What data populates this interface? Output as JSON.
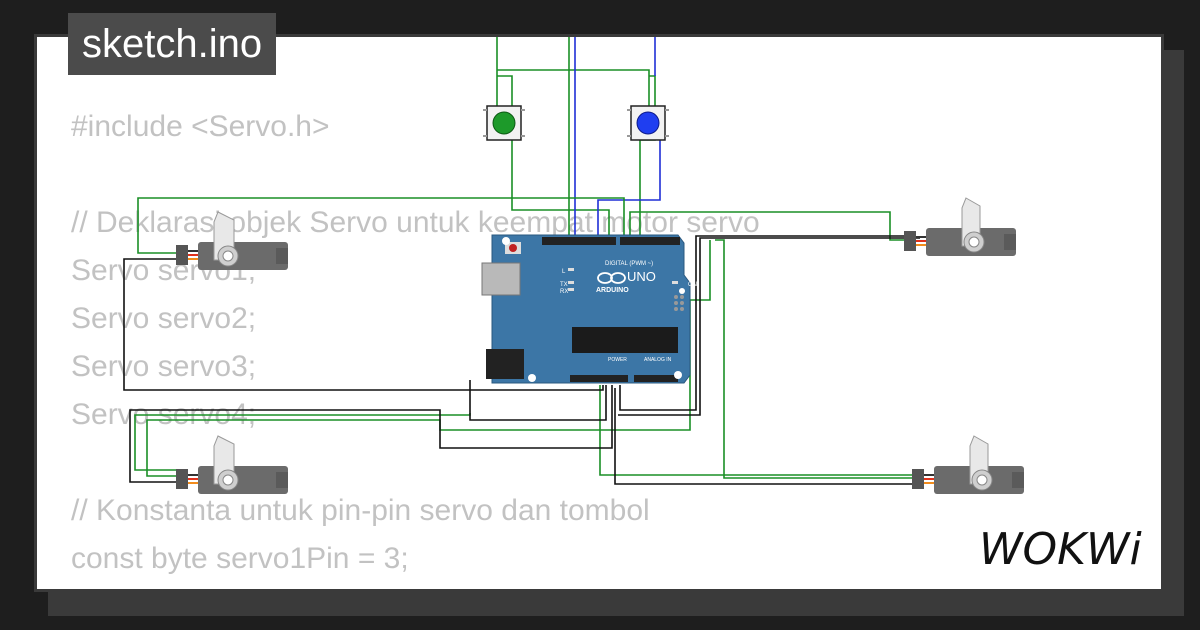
{
  "title": "sketch.ino",
  "logo": "WOKWi",
  "code_lines": [
    "#include <Servo.h>",
    "",
    "// Deklarasi objek Servo untuk keempat motor servo",
    "Servo servo1;",
    "Servo servo2;",
    "Servo servo3;",
    "Servo servo4;",
    "",
    "// Konstanta untuk pin-pin servo dan tombol",
    "const byte servo1Pin = 3;"
  ],
  "board": {
    "name": "UNO",
    "brand": "ARDUINO",
    "digital_label": "DIGITAL (PWM ~)",
    "power_label": "POWER",
    "analog_label": "ANALOG IN",
    "on_label": "ON",
    "tx_label": "TX",
    "rx_label": "RX",
    "l_label": "L",
    "color": "#3c76a6"
  },
  "buttons": [
    {
      "name": "green-pushbutton",
      "color": "#1d9a2a"
    },
    {
      "name": "blue-pushbutton",
      "color": "#1f3ef0"
    }
  ],
  "servos": [
    "servo-1",
    "servo-2",
    "servo-3",
    "servo-4"
  ],
  "wire_colors": {
    "green": "#1a8f26",
    "blue": "#1f2fd6",
    "black": "#111111"
  }
}
